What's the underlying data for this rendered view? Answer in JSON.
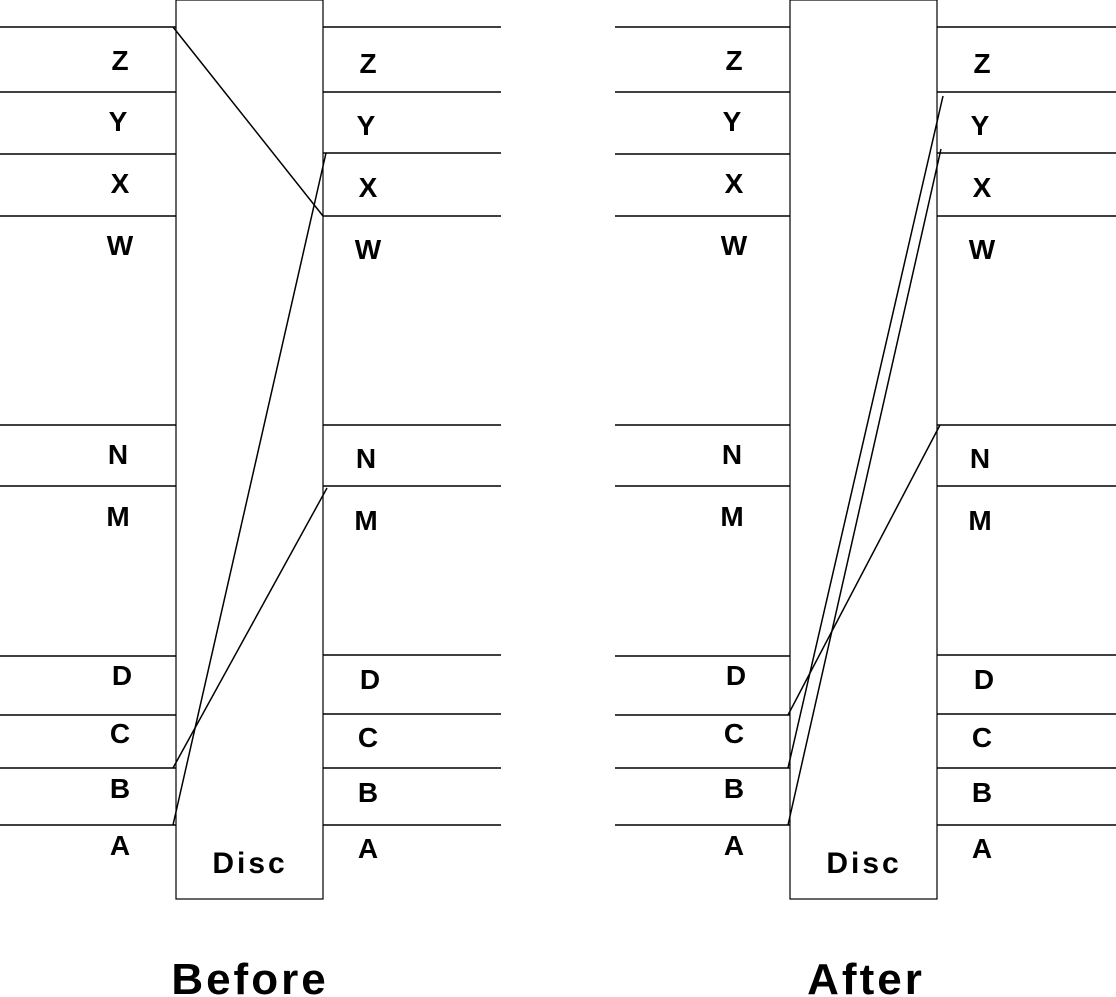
{
  "panels": [
    {
      "caption": "Before",
      "disc_label": "Disc",
      "left_labels": [
        "Z",
        "Y",
        "X",
        "W",
        "N",
        "M",
        "D",
        "C",
        "B",
        "A"
      ],
      "right_labels": [
        "Z",
        "Y",
        "X",
        "W",
        "N",
        "M",
        "D",
        "C",
        "B",
        "A"
      ]
    },
    {
      "caption": "After",
      "disc_label": "Disc",
      "left_labels": [
        "Z",
        "Y",
        "X",
        "W",
        "N",
        "M",
        "D",
        "C",
        "B",
        "A"
      ],
      "right_labels": [
        "Z",
        "Y",
        "X",
        "W",
        "N",
        "M",
        "D",
        "C",
        "B",
        "A"
      ]
    }
  ]
}
